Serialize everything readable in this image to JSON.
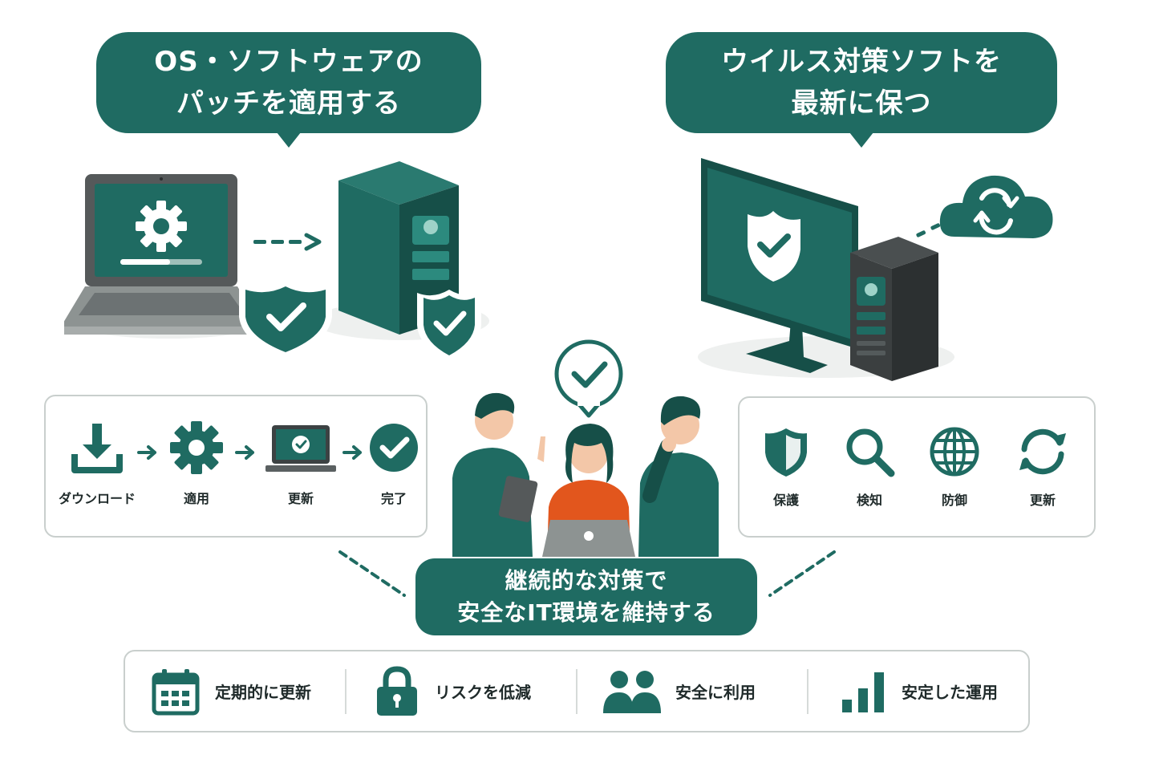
{
  "bubbles": {
    "left": {
      "line1": "OS・ソフトウェアの",
      "line2": "パッチを適用する"
    },
    "right": {
      "line1": "ウイルス対策ソフトを",
      "line2": "最新に保つ"
    }
  },
  "patch_steps": [
    {
      "label": "ダウンロード",
      "icon": "download-icon"
    },
    {
      "label": "適用",
      "icon": "gear-icon"
    },
    {
      "label": "更新",
      "icon": "laptop-check-icon"
    },
    {
      "label": "完了",
      "icon": "check-circle-icon"
    }
  ],
  "antivirus_features": [
    {
      "label": "保護",
      "icon": "shield-icon"
    },
    {
      "label": "検知",
      "icon": "magnifier-icon"
    },
    {
      "label": "防御",
      "icon": "globe-icon"
    },
    {
      "label": "更新",
      "icon": "refresh-icon"
    }
  ],
  "center": {
    "line1": "継続的な対策で",
    "line2": "安全なIT環境を維持する"
  },
  "benefits": [
    {
      "label": "定期的に更新",
      "icon": "calendar-icon"
    },
    {
      "label": "リスクを低減",
      "icon": "padlock-icon"
    },
    {
      "label": "安全に利用",
      "icon": "users-icon"
    },
    {
      "label": "安定した運用",
      "icon": "bar-chart-icon"
    }
  ],
  "colors": {
    "primary": "#1f6b62",
    "dark": "#164f48",
    "accent": "#e2561d",
    "gray": "#8d9392",
    "border": "#c9cfcd"
  }
}
